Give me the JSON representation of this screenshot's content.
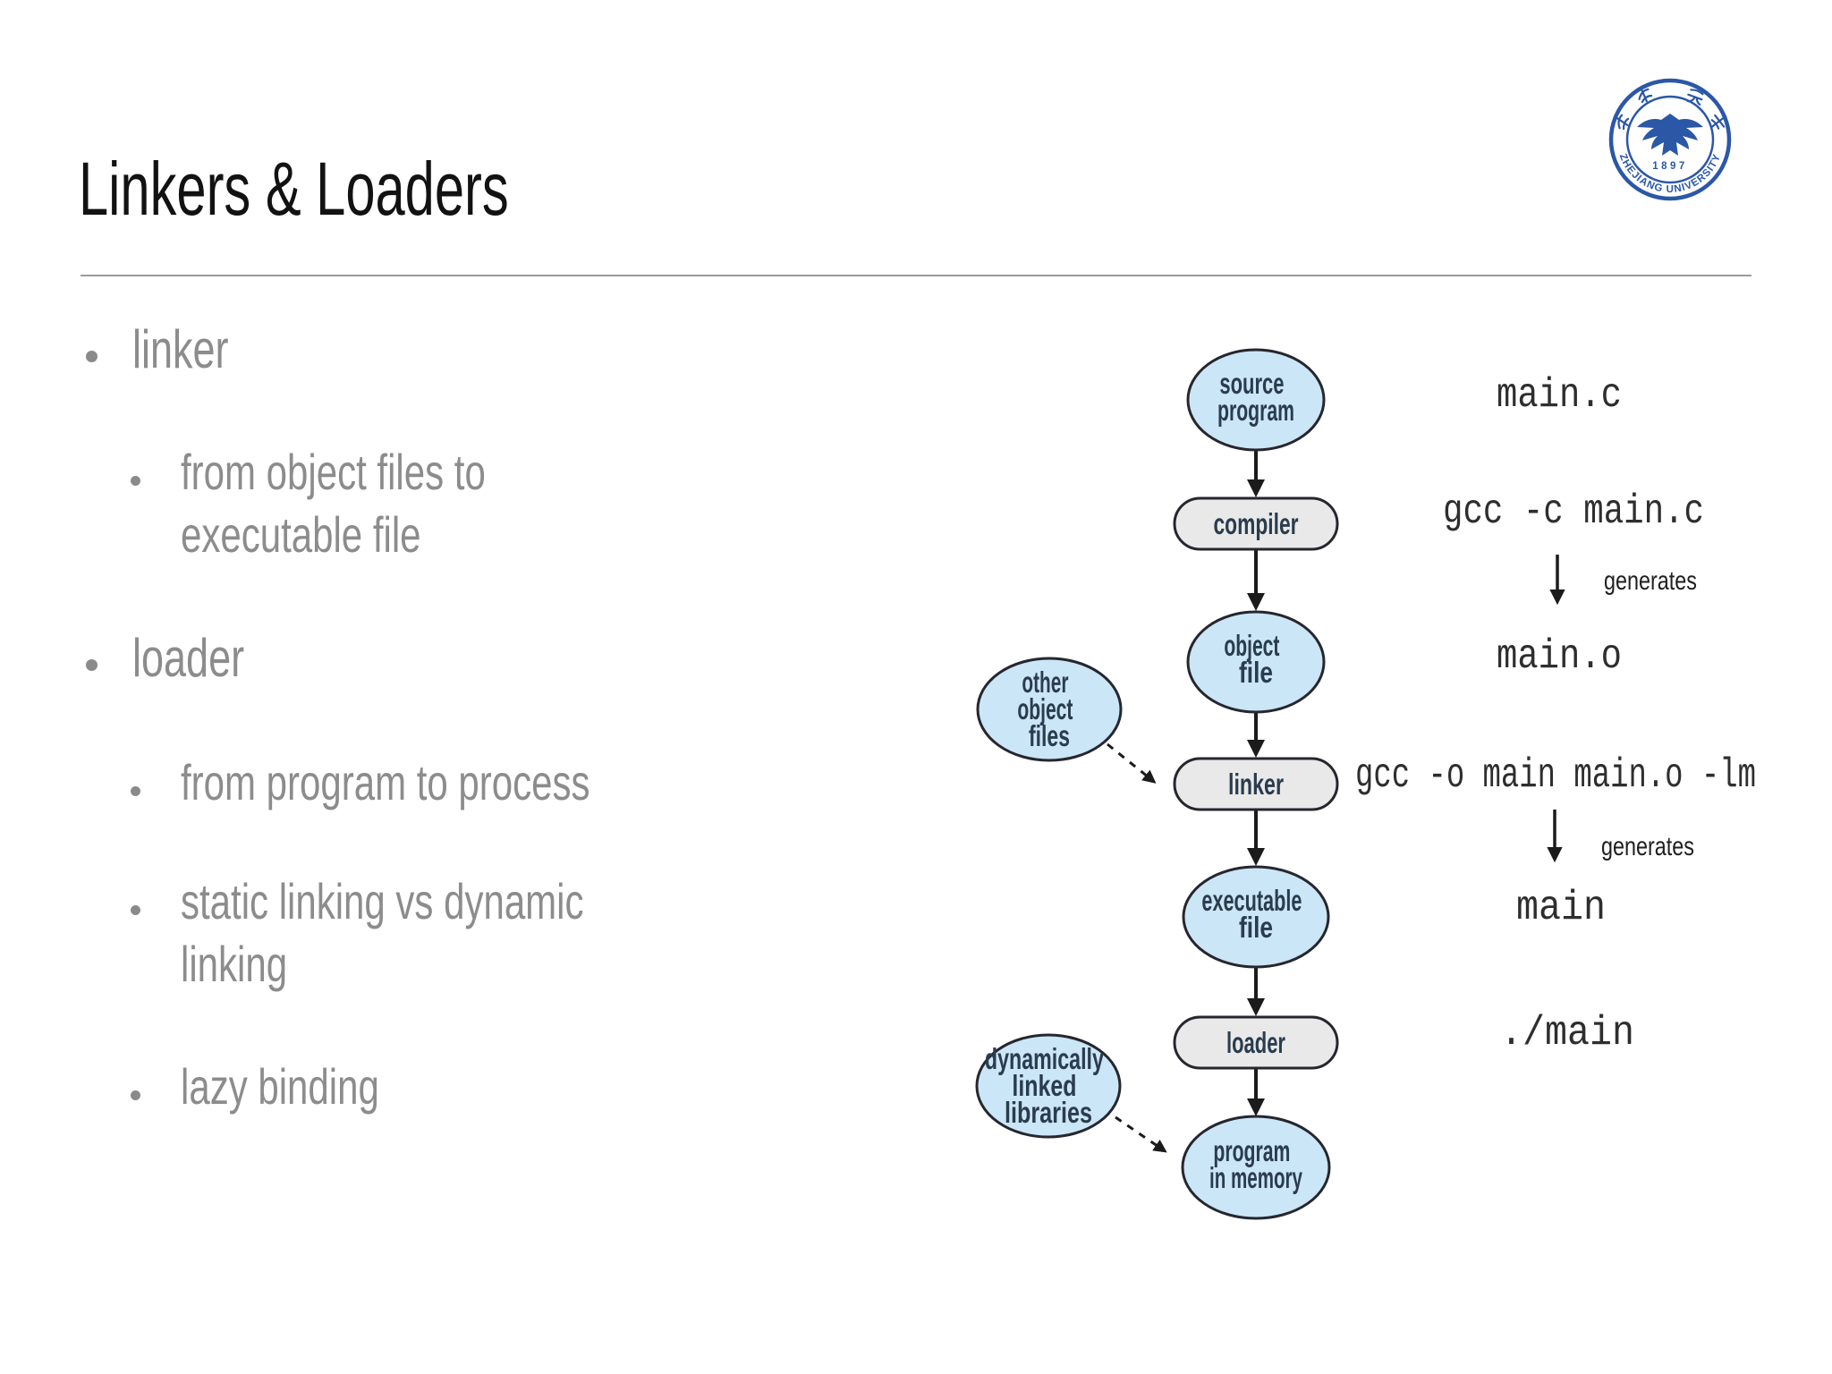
{
  "slide": {
    "title": "Linkers & Loaders",
    "background_color": "#ffffff",
    "title_color": "#121212",
    "divider_color": "#9a9a9a",
    "bullet_color": "#8c8c8c",
    "bullets": [
      {
        "level": 1,
        "lines": [
          "linker"
        ]
      },
      {
        "level": 2,
        "lines": [
          "from object files to",
          "executable file"
        ]
      },
      {
        "level": 1,
        "lines": [
          "loader"
        ]
      },
      {
        "level": 2,
        "lines": [
          "from program to process"
        ]
      },
      {
        "level": 2,
        "lines": [
          "static linking vs dynamic",
          "linking"
        ]
      },
      {
        "level": 2,
        "lines": [
          "lazy binding"
        ]
      }
    ]
  },
  "logo": {
    "name": "zhejiang-university-seal",
    "university": "ZHEJIANG UNIVERSITY",
    "cn_name": "浙江大学",
    "year": "1897",
    "color": "#2b57a7"
  },
  "diagram": {
    "colors": {
      "data_fill": "#cbe6f6",
      "process_fill": "#e9e9e9",
      "stroke": "#26262e",
      "label": "#2a3c4e",
      "arrow": "#1b1b1b"
    },
    "nodes": [
      {
        "id": "source-program",
        "type": "data",
        "lines": [
          "source",
          "program"
        ]
      },
      {
        "id": "compiler",
        "type": "process",
        "lines": [
          "compiler"
        ]
      },
      {
        "id": "object-file",
        "type": "data",
        "lines": [
          "object",
          "file"
        ]
      },
      {
        "id": "other-object-files",
        "type": "data",
        "lines": [
          "other",
          "object",
          "files"
        ]
      },
      {
        "id": "linker",
        "type": "process",
        "lines": [
          "linker"
        ]
      },
      {
        "id": "executable-file",
        "type": "data",
        "lines": [
          "executable",
          "file"
        ]
      },
      {
        "id": "loader",
        "type": "process",
        "lines": [
          "loader"
        ]
      },
      {
        "id": "dynamically-linked-libraries",
        "type": "data",
        "lines": [
          "dynamically",
          "linked",
          "libraries"
        ]
      },
      {
        "id": "program-in-memory",
        "type": "data",
        "lines": [
          "program",
          "in memory"
        ]
      }
    ],
    "annotations": {
      "source_file": "main.c",
      "compile_command": "gcc -c main.c",
      "generates_label_1": "generates",
      "object_output": "main.o",
      "link_command": "gcc -o main main.o -lm",
      "generates_label_2": "generates",
      "executable_output": "main",
      "run_command": "./main"
    }
  }
}
